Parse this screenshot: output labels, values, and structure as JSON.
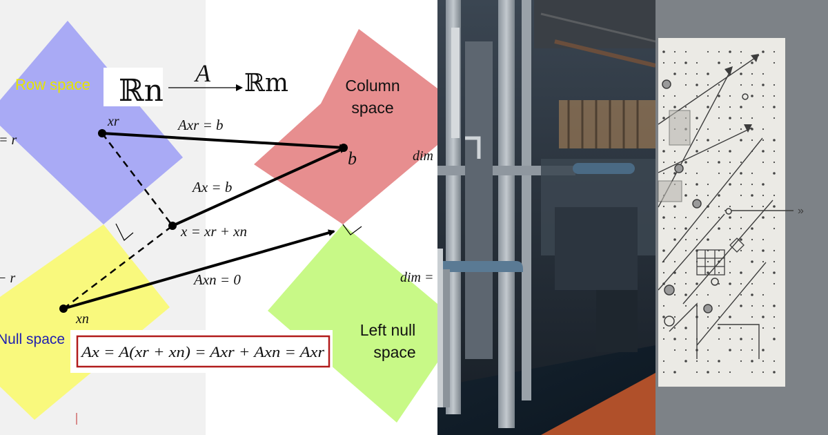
{
  "diagram": {
    "row_space": "Row space",
    "column_space_line1": "Column",
    "column_space_line2": "space",
    "null_space": "Null space",
    "left_null_line1": "Left null",
    "left_null_line2": "space",
    "domain": "ℝn",
    "codomain": "ℝm",
    "map_label": "A",
    "xr": "xr",
    "xn": "xn",
    "b": "b",
    "eq_axr": "Axr = b",
    "eq_ax": "Ax = b",
    "eq_x_sum": "x = xr + xn",
    "eq_axn": "Axn = 0",
    "dim_left_top": "= r",
    "dim_left_bottom": "− r",
    "dim_right_top": "dim",
    "dim_right_bottom": "dim =",
    "boxed_equation": "Ax = A(xr + xn) = Axr + Axn = Axr",
    "colors": {
      "row_space": "#a9aaf5",
      "column_space": "#e78e8f",
      "null_space": "#f9f97d",
      "left_null_space": "#c8f987",
      "box_border": "#b11b1b",
      "row_space_text": "#e6e600",
      "null_space_text": "#1f1fb0"
    }
  },
  "photo": {
    "subject": "gym-equipment-photo"
  },
  "illustration": {
    "subject": "abstract-arrows-grid-illustration",
    "glyph": "»"
  }
}
